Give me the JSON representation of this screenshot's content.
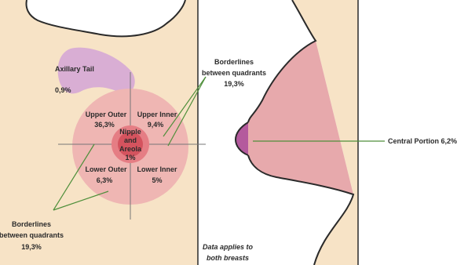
{
  "colors": {
    "skin": "#f7e3c6",
    "outline": "#2a2a2a",
    "breast": "#efb6b3",
    "breast_side": "#e7a9ac",
    "tail": "#d9aed4",
    "areola_outer": "#e57d84",
    "areola_inner": "#d4535e",
    "nipple_side": "#b45a9d",
    "crosshair": "#777777",
    "pointer": "#4f8f3b"
  },
  "labels": {
    "axillary_tail_title": "Axillary Tail",
    "axillary_tail_value": "0,9%",
    "upper_outer_title": "Upper Outer",
    "upper_outer_value": "36,3%",
    "upper_inner_title": "Upper Inner",
    "upper_inner_value": "9,4%",
    "lower_outer_title": "Lower Outer",
    "lower_outer_value": "6,3%",
    "lower_inner_title": "Lower Inner",
    "lower_inner_value": "5%",
    "nipple_line1": "Nipple",
    "nipple_line2": "and",
    "nipple_line3": "Areola",
    "nipple_value": "1%",
    "borderlines_top_line1": "Borderlines",
    "borderlines_top_line2": "between quadrants",
    "borderlines_top_value": "19,3%",
    "borderlines_bottom_line1": "Borderlines",
    "borderlines_bottom_line2": "between quadrants",
    "borderlines_bottom_value": "19,3%",
    "central_portion": "Central Portion 6,2%",
    "note_line1": "Data applies to",
    "note_line2": "both breasts"
  }
}
